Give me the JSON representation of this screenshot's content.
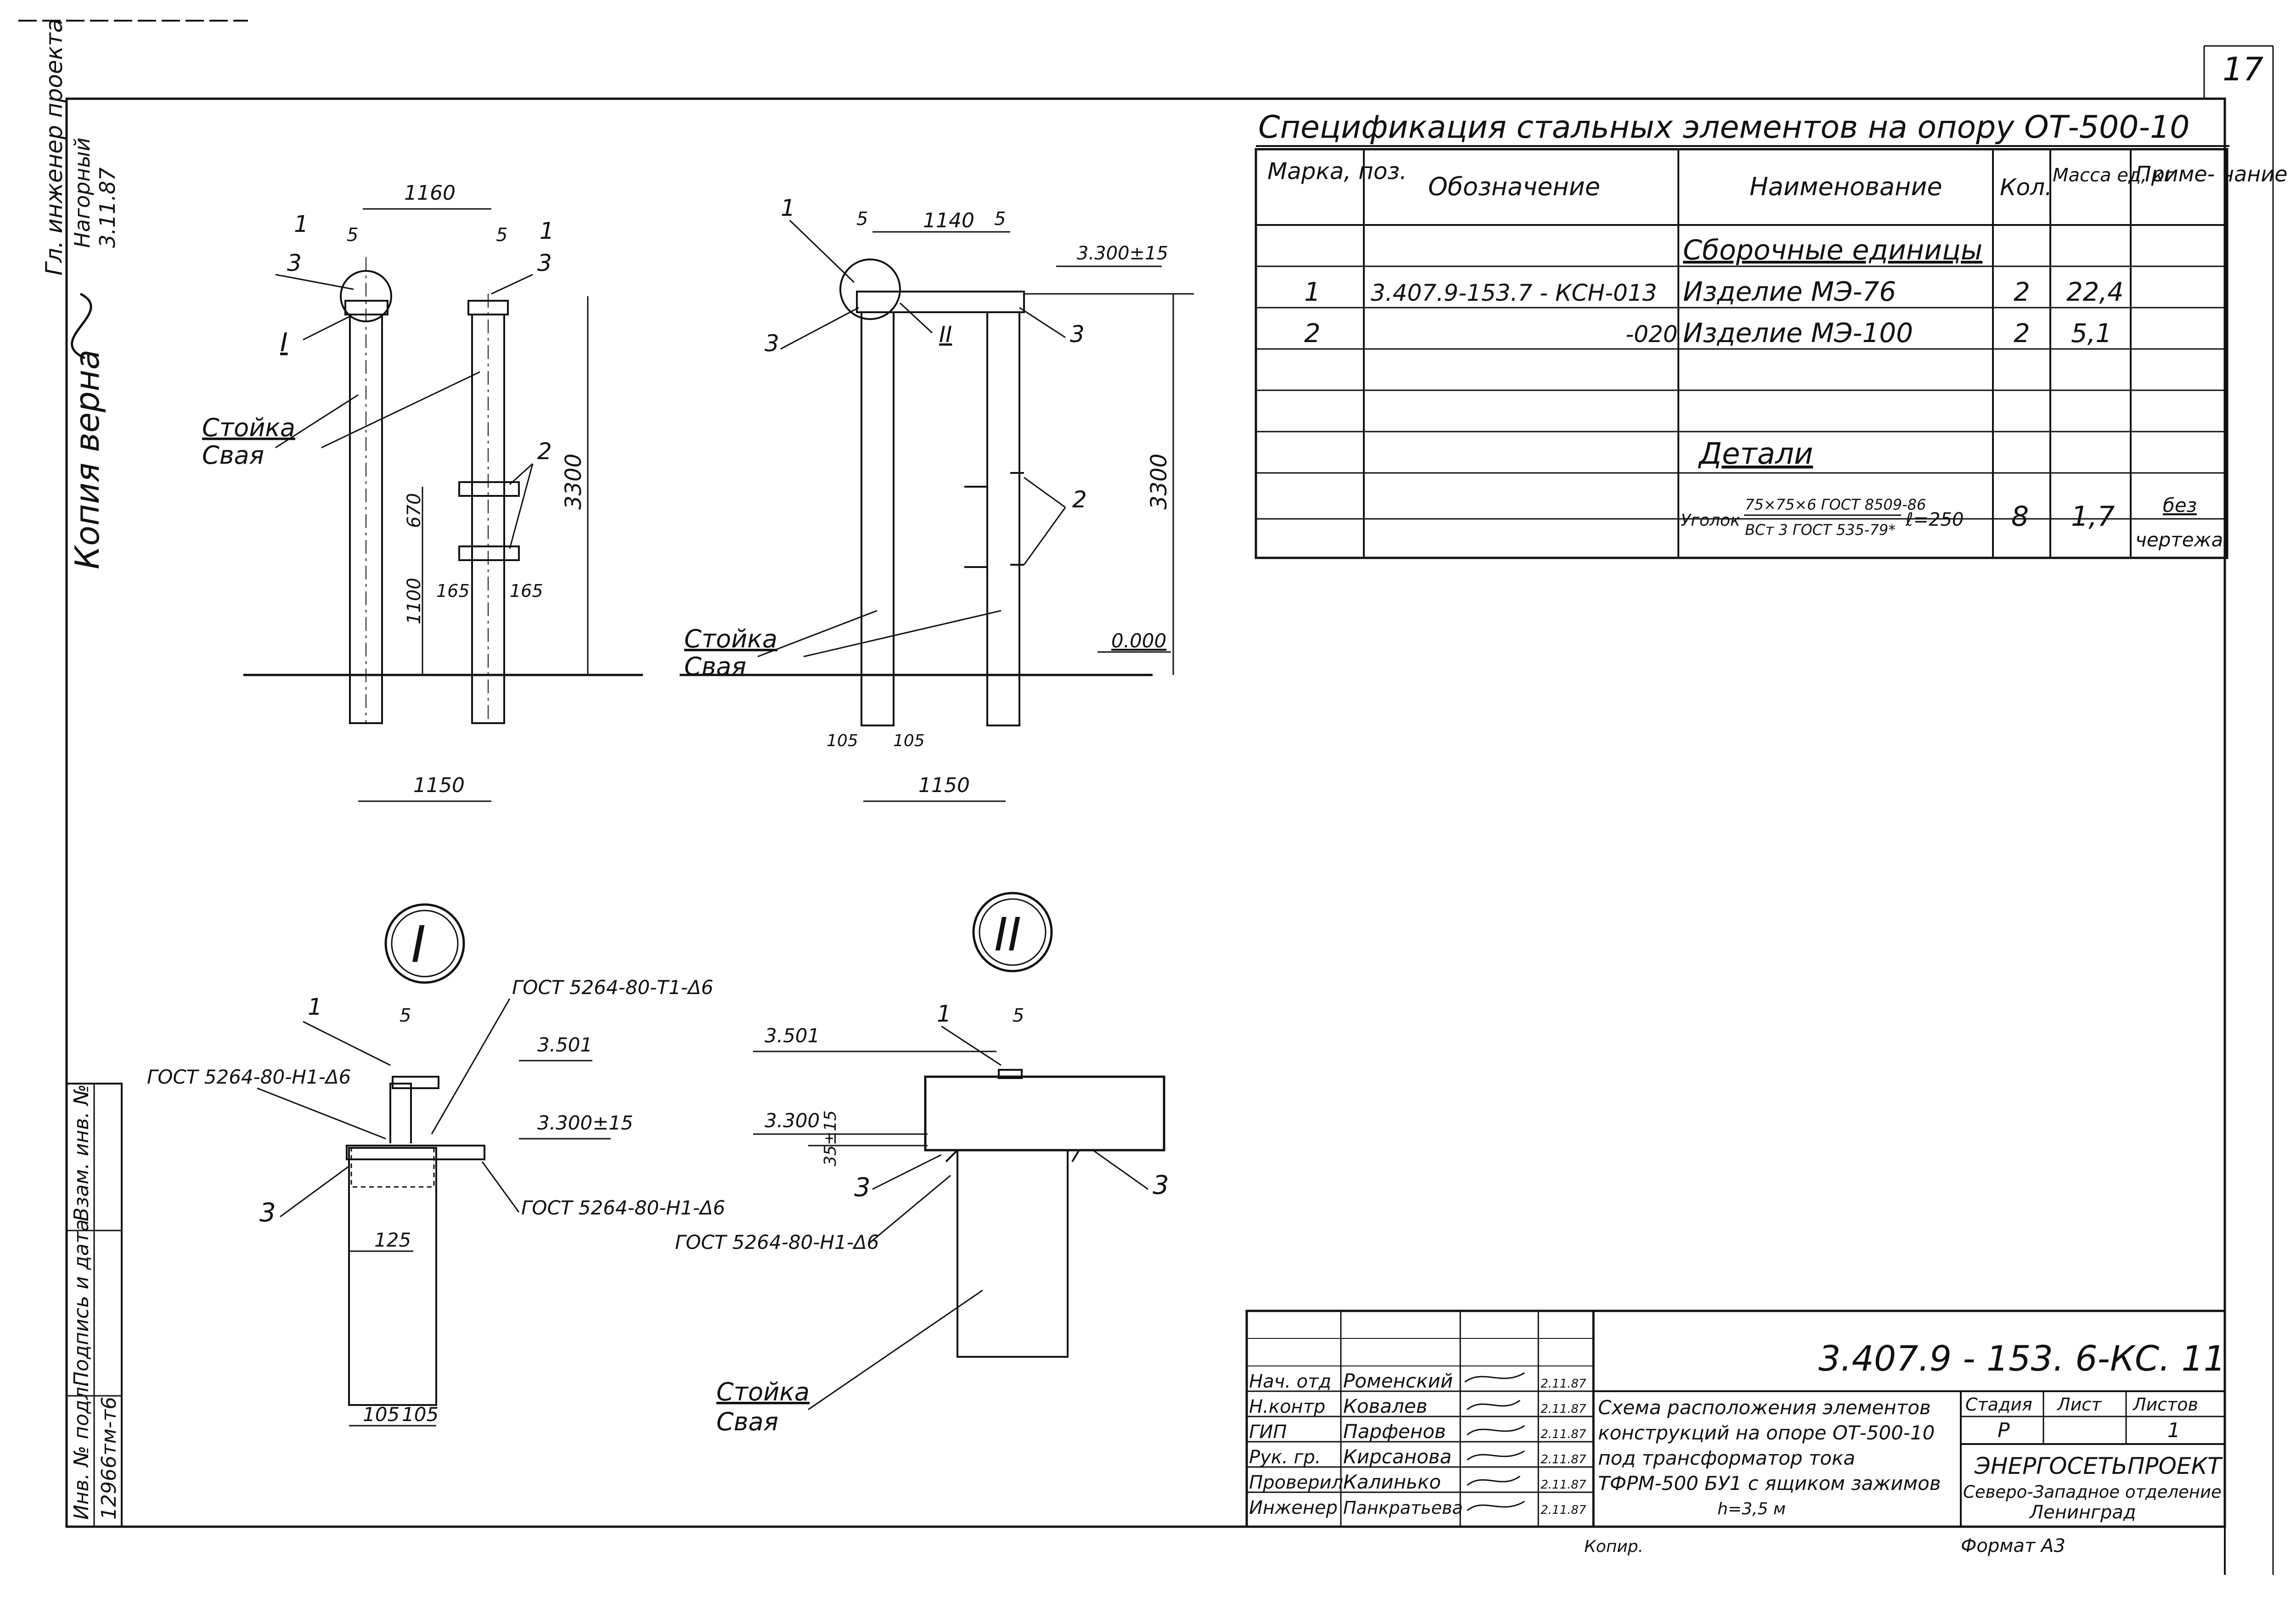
{
  "sheet_number": "17",
  "stamp": {
    "line1": "Копия верна",
    "line2": "Гл. инженер проекта",
    "line3": "Нагорный",
    "date": "3.11.87"
  },
  "spec": {
    "title": "Спецификация стальных элементов на опору ОТ-500-10",
    "headers": [
      "Марка, поз.",
      "Обозначение",
      "Наименование",
      "Кол.",
      "Масса ед, кг",
      "Приме- чание"
    ],
    "section1": "Сборочные единицы",
    "rows": [
      {
        "pos": "1",
        "code": "3.407.9-153.7 - КСН-013",
        "name": "Изделие МЭ-76",
        "qty": "2",
        "mass": "22,4",
        "note": ""
      },
      {
        "pos": "2",
        "code": "-020",
        "name": "Изделие МЭ-100",
        "qty": "2",
        "mass": "5,1",
        "note": ""
      }
    ],
    "section2": "Детали",
    "detail": {
      "prefix": "Уголок",
      "numerator": "75×75×6 ГОСТ 8509-86",
      "denominator": "ВСт 3 ГОСТ 535-79*",
      "length": "ℓ=250",
      "qty": "8",
      "mass": "1,7",
      "note1": "без",
      "note2": "чертежа"
    }
  },
  "left_view": {
    "dim_top": "1160",
    "five_a": "5",
    "five_b": "5",
    "mark1a": "1",
    "mark3a": "3",
    "mark1b": "1",
    "mark3b": "3",
    "roman": "I",
    "label_post": "Стойка",
    "label_pile": "Свая",
    "mark2": "2",
    "dim_670": "670",
    "dim_3300": "3300",
    "dim_1100": "1100",
    "dim_165a": "165",
    "dim_165b": "165",
    "dim_bottom": "1150"
  },
  "mid_view": {
    "mark1": "1",
    "five_a": "5",
    "dim_top": "1140",
    "five_b": "5",
    "level_top": "3.300±15",
    "mark3a": "3",
    "roman": "II",
    "mark3b": "3",
    "mark2": "2",
    "dim_3300": "3300",
    "label_post": "Стойка",
    "label_pile": "Свая",
    "level_zero": "0.000",
    "dim_105a": "105",
    "dim_105b": "105",
    "dim_bottom": "1150"
  },
  "detail_I": {
    "title": "I",
    "mark1": "1",
    "five": "5",
    "gost_top": "ГОСТ 5264-80-Т1-Δ6",
    "gost_left": "ГОСТ 5264-80-Н1-Δ6",
    "level_501": "3.501",
    "level_300": "3.300±15",
    "mark3": "3",
    "gost_right": "ГОСТ 5264-80-Н1-Δ6",
    "dim_125": "125",
    "dim_105a": "105",
    "dim_105b": "105"
  },
  "detail_II": {
    "title": "II",
    "mark1": "1",
    "five": "5",
    "level_501": "3.501",
    "level_300": "3.300",
    "dim_35": "35±15",
    "mark3a": "3",
    "mark3b": "3",
    "gost": "ГОСТ 5264-80-Н1-Δ6",
    "label_post": "Стойка",
    "label_pile": "Свая"
  },
  "side_stamp": {
    "col1": "Инв. № подл.",
    "col2": "Подпись и дата",
    "col3": "Взам. инв. №",
    "inv": "12966тм-т6"
  },
  "title_block": {
    "code": "3.407.9 - 153. 6-КС. 11",
    "people": [
      {
        "role": "Нач. отд",
        "name": "Роменский",
        "date": "2.11.87"
      },
      {
        "role": "Н.контр",
        "name": "Ковалев",
        "date": "2.11.87"
      },
      {
        "role": "ГИП",
        "name": "Парфенов",
        "date": "2.11.87"
      },
      {
        "role": "Рук. гр.",
        "name": "Кирсанова",
        "date": "2.11.87"
      },
      {
        "role": "Проверил",
        "name": "Калинько",
        "date": "2.11.87"
      },
      {
        "role": "Инженер",
        "name": "Панкратьева",
        "date": "2.11.87"
      }
    ],
    "desc": [
      "Схема расположения элементов",
      "конструкций на опоре ОТ-500-10",
      "под трансформатор тока",
      "ТФРМ-500 БУ1 с ящиком зажимов",
      "h=3,5 м"
    ],
    "stage_h": "Стадия",
    "sheet_h": "Лист",
    "sheets_h": "Листов",
    "stage": "Р",
    "sheets": "1",
    "org1": "ЭНЕРГОСЕТЬПРОЕКТ",
    "org2": "Северо-Западное отделение",
    "org3": "Ленинград",
    "copied": "Копир.",
    "format": "Формат А3"
  }
}
